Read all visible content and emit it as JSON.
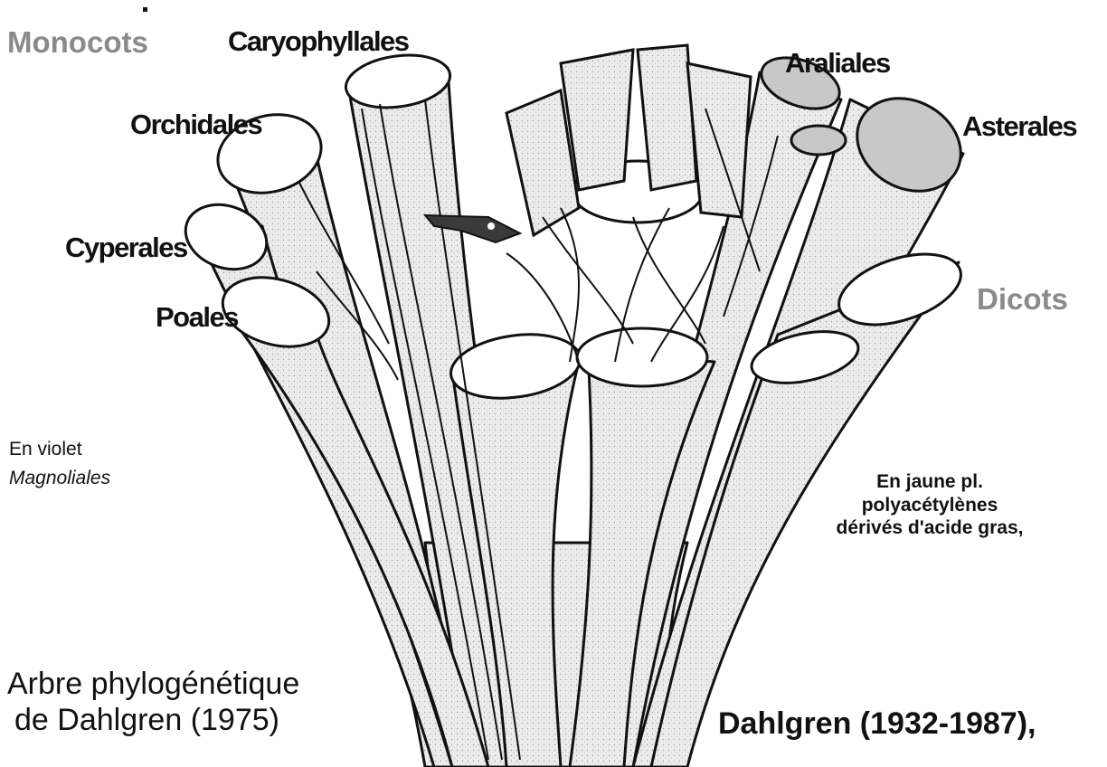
{
  "diagram": {
    "orders": {
      "caryophyllales": "Caryophyllales",
      "orchidales": "Orchidales",
      "cyperales": "Cyperales",
      "poales": "Poales",
      "araliales": "Araliales",
      "asterales": "Asterales"
    },
    "groups": {
      "monocots": "Monocots",
      "dicots": "Dicots"
    },
    "legend": {
      "violet_line1": "En violet",
      "violet_line2": "Magnoliales",
      "yellow_line1": "En jaune pl.",
      "yellow_line2": "polyacétylènes",
      "yellow_line3": "dérivés d'acide gras,"
    },
    "caption": {
      "title_line1": "Arbre phylogénétique",
      "title_line2_bold": "de Dahlgren",
      "title_line2_year": "(1975)",
      "author": "Dahlgren (1932-1987),"
    },
    "colors": {
      "stem_fill": "#e6e6e6",
      "outline": "#111111",
      "highlight_gray": "#c8c8c8",
      "magnoliales_mark": "#3a3a3a"
    }
  }
}
